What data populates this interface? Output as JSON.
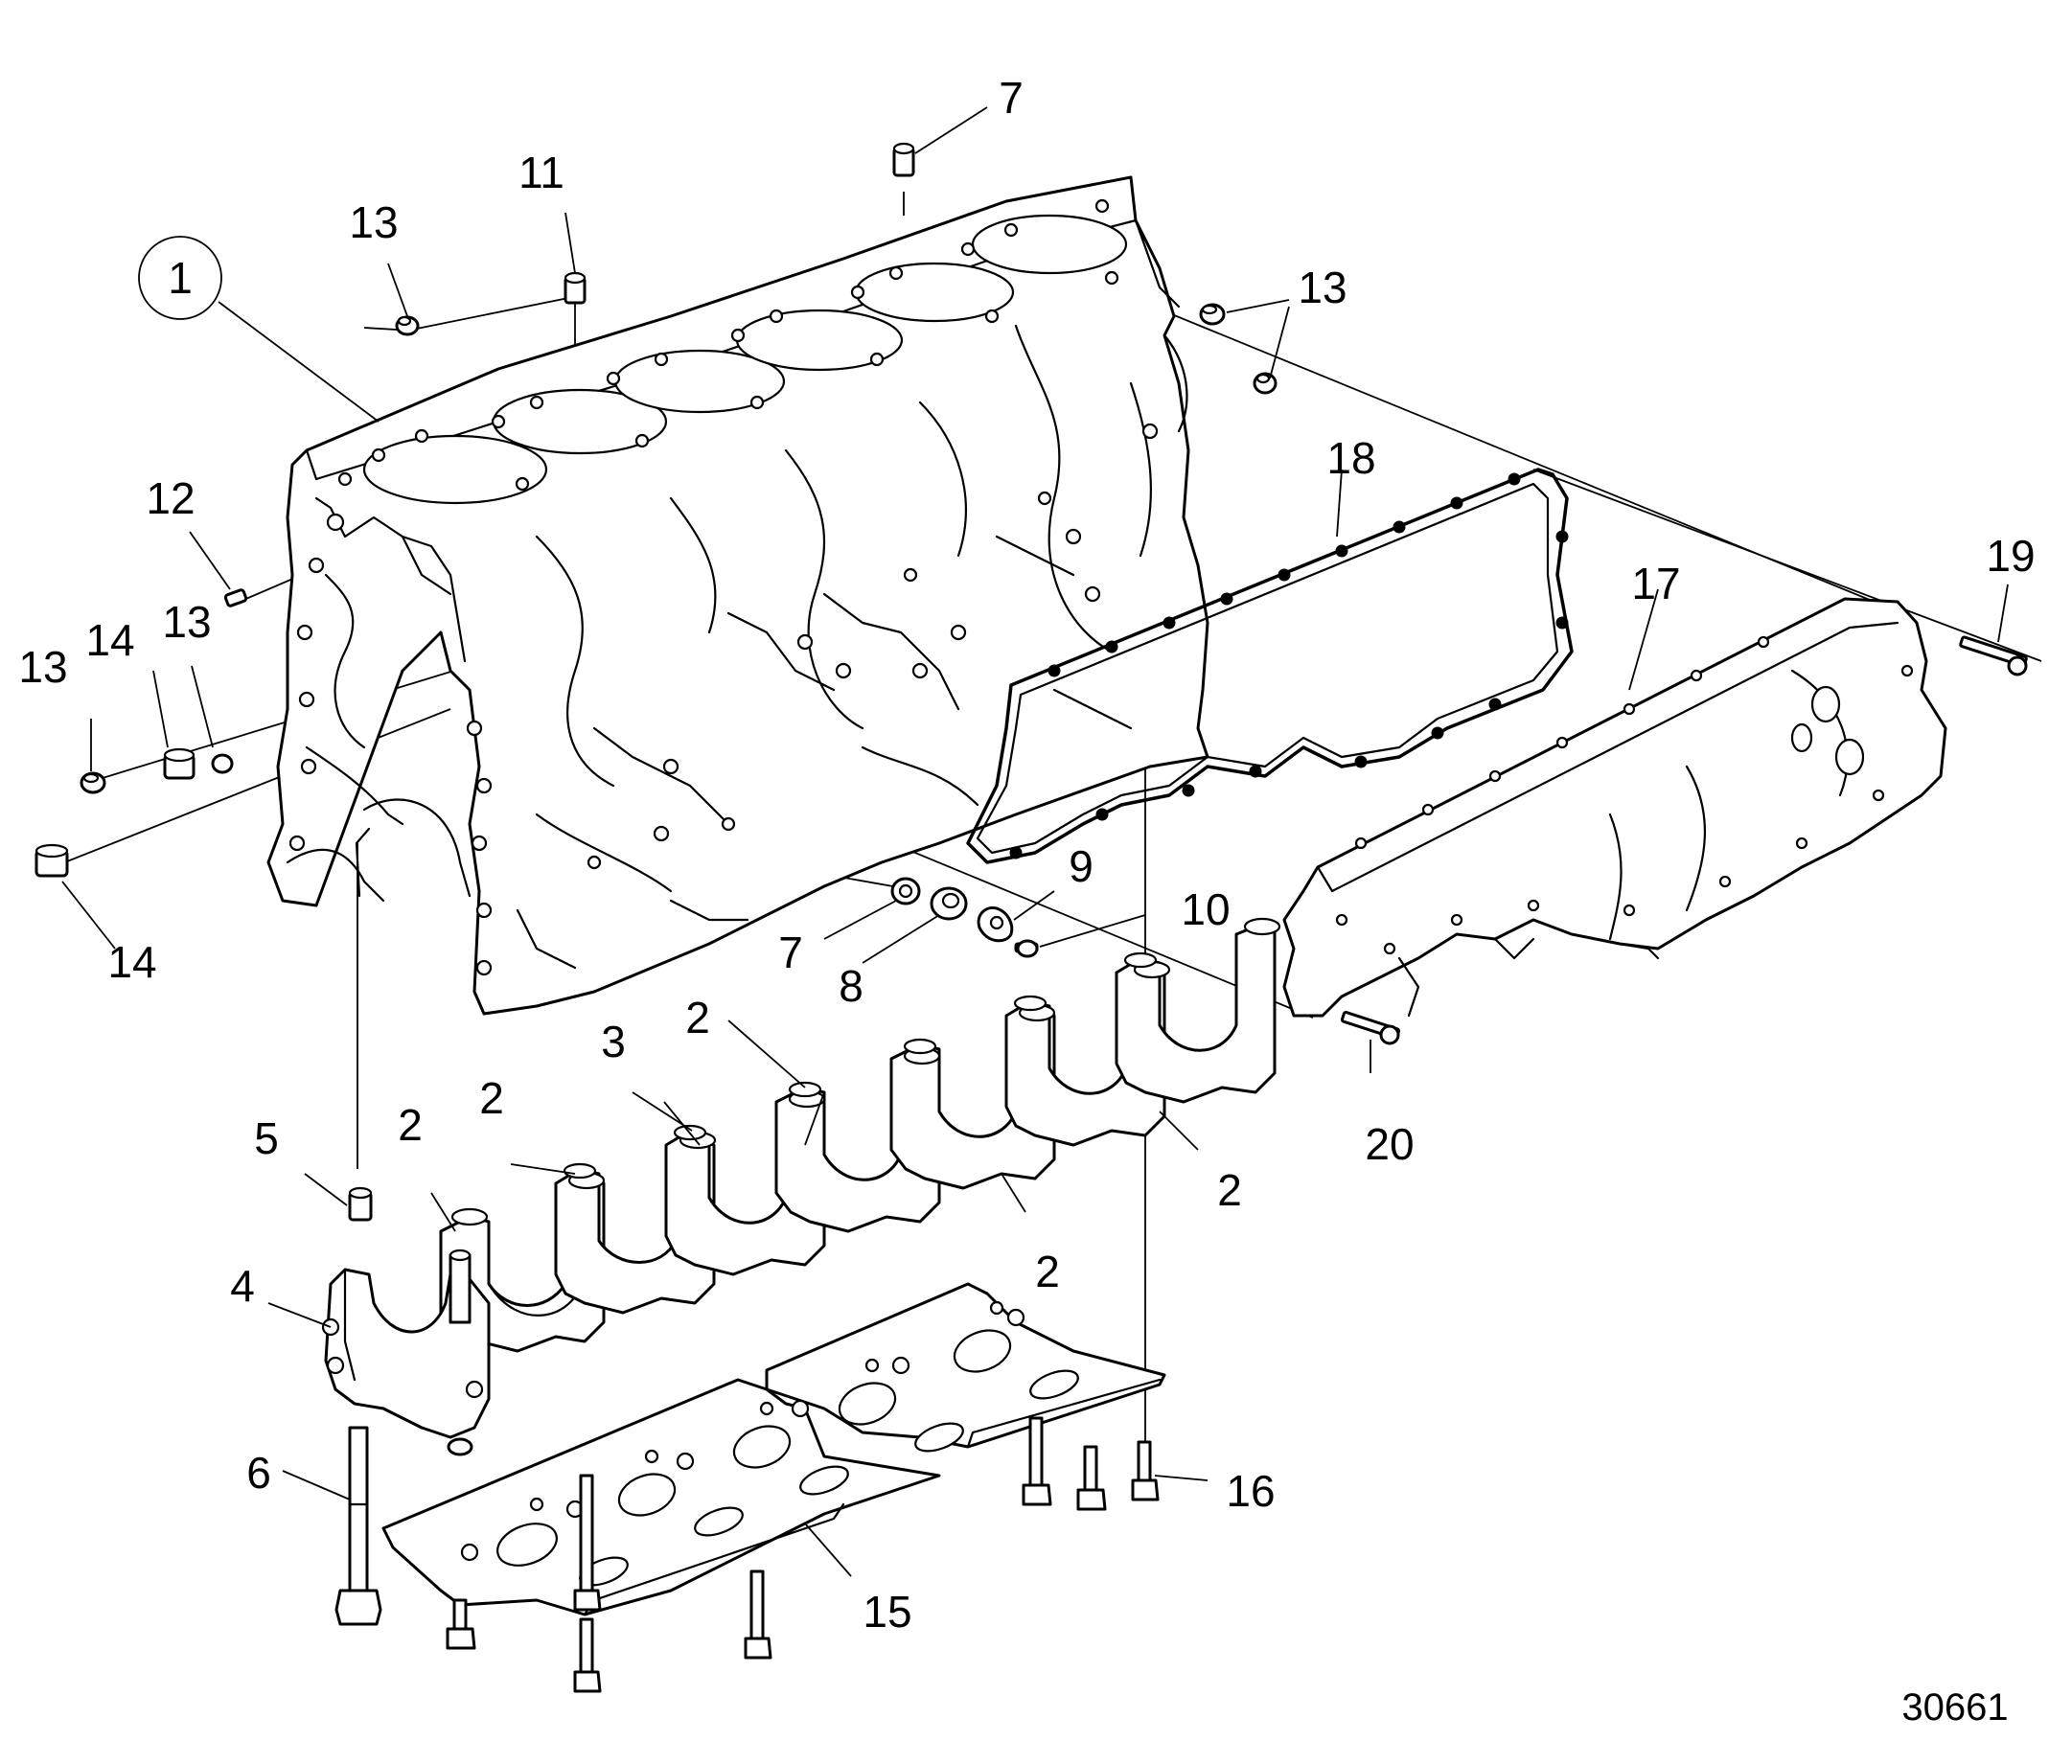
{
  "callouts": [
    "1",
    "2",
    "3",
    "4",
    "5",
    "6",
    "7",
    "8",
    "9",
    "10",
    "11",
    "12",
    "13",
    "14",
    "15",
    "16",
    "17",
    "18",
    "19",
    "20"
  ],
  "reference_number": "30661",
  "colors": {
    "line": "#000000",
    "background": "#ffffff"
  }
}
